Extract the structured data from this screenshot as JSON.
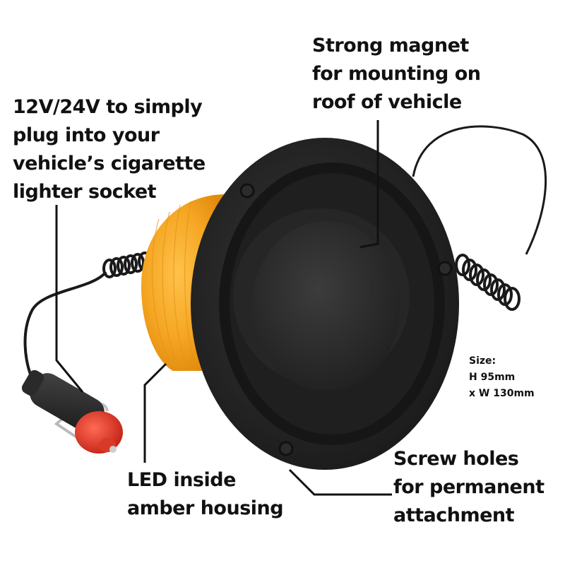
{
  "image": {
    "subject": "Magnetic amber LED beacon light with cigarette lighter plug",
    "colors": {
      "background": "#ffffff",
      "text": "#111111",
      "amber_housing": "#f5a623",
      "amber_dark": "#e08a0c",
      "base_black": "#1c1c1c",
      "base_gray": "#2e2e2e",
      "plug_red": "#e8402e"
    }
  },
  "annotations": {
    "power": {
      "lines": [
        "12V/24V to simply",
        "plug into your",
        "vehicle’s cigarette",
        "lighter socket"
      ]
    },
    "magnet": {
      "lines": [
        "Strong magnet",
        "for mounting on",
        "roof of vehicle"
      ]
    },
    "led": {
      "lines": [
        "LED inside",
        "amber housing"
      ]
    },
    "screw_holes": {
      "lines": [
        "Screw holes",
        "for permanent",
        "attachment"
      ]
    },
    "size": {
      "lines": [
        "Size:",
        "H 95mm",
        "x W 130mm"
      ]
    }
  }
}
